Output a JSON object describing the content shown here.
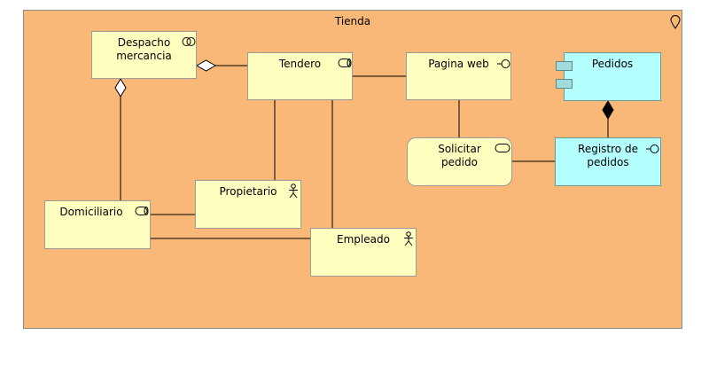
{
  "diagram": {
    "group_label": "Tienda",
    "nodes": {
      "despacho": "Despacho\nmercancia",
      "tendero": "Tendero",
      "pagina_web": "Pagina web",
      "pedidos": "Pedidos",
      "solicitar_pedido": "Solicitar\npedido",
      "registro_pedidos": "Registro de\npedidos",
      "propietario": "Propietario",
      "domiciliario": "Domiciliario",
      "empleado": "Empleado"
    }
  },
  "colors": {
    "group_fill": "#fab878",
    "business_fill": "#ffffc0",
    "application_fill": "#b4ffff"
  }
}
